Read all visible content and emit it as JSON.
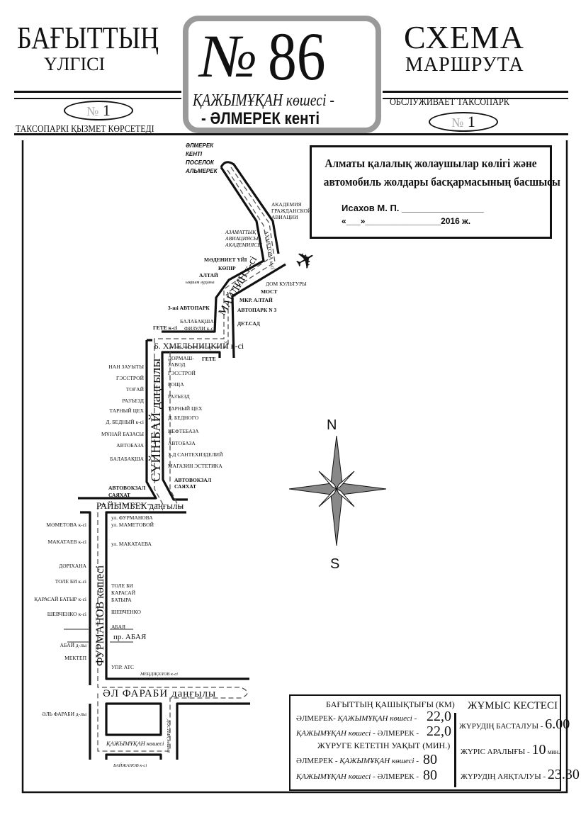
{
  "header": {
    "left_title": "БАҒЫТТЫҢ",
    "left_subtitle": "ҮЛГІСІ",
    "right_title": "СХЕМА",
    "right_subtitle": "МАРШРУТА",
    "route_symbol": "№",
    "route_number": "86",
    "route_from": "ҚАЖЫМҰҚАН көшесі -",
    "route_to": "- ӘЛМЕРЕК кенті",
    "left_taxopark_no_symbol": "№",
    "left_taxopark_no": "1",
    "left_taxopark_caption": "ТАКСОПАРКІ  ҚЫЗМЕТ КӨРСЕТЕДІ",
    "right_taxopark_caption": "ОБСЛУЖИВАЕТ  ТАКСОПАРК",
    "right_taxopark_no_symbol": "№",
    "right_taxopark_no": "1"
  },
  "approval": {
    "line1": "Алматы қалалық жолаушылар көлігі және",
    "line2": "автомобиль жолдары басқармасының басшысы",
    "signer": "Исахов М. П. ________________",
    "date": "«___»________________2016 ж."
  },
  "map": {
    "top": [
      "ӘЛМЕРЕК",
      "КЕНТІ",
      "ПОСЕЛОК",
      "АЛЬМЕРЕК"
    ],
    "academy_ru": [
      "АКАДЕМИЯ",
      "ГРАЖДАНСКОЙ",
      "АВИАЦИИ"
    ],
    "academy_kz": [
      "АЗАМАТТЫҚ",
      "АВИАЦИЯСЫ",
      "АКАДЕМИЯСЫ"
    ],
    "akhmetova": "АХМЕТОВА к-сі",
    "north": [
      "МӘДЕНИЕТ ҮЙІ",
      "КӨПІР",
      "АЛТАЙ",
      "ықшам ауданы",
      "ДОМ КУЛЬТУРЫ",
      "МОСТ",
      "МКР. АЛТАЙ",
      "3-ші АВТОПАРК",
      "АВТОПАРК N 3",
      "БАЛАБАҚША",
      "ДЕТ.САД",
      "ГЕТЕ к-сі",
      "ФИЗУЛИ к-сі",
      "ГЕТЕ"
    ],
    "mailin": "МАЙЛИН к-сі",
    "khmelnitsky": "Б. ХМЕЛЬНИЦКИЙ к-сі",
    "suyinbay": "СҮЙІНБАЙ даңғылы",
    "suyinbay_left": [
      "НАН ЗАУЫТЫ",
      "ГЭССТРОЙ",
      "ТОҒАЙ",
      "РАЗЪЕЗД",
      "ТАРНЫЙ ЦЕХ",
      "Д. БЕДНЫЙ к-сі",
      "МҰНАЙ БАЗАСЫ",
      "АВТОБАЗА",
      "БАЛАБАҚША"
    ],
    "suyinbay_right": [
      "ДОРМАШ-",
      "ЗАВОД",
      "ГЭССТРОЙ",
      "РОЩА",
      "РАЗЪЕЗД",
      "ТАРНЫЙ ЦЕХ",
      "Д. БЕДНОГО",
      "НЕФТЕБАЗА",
      "АВТОБАЗА",
      "З-Д САНТЕХИЗДЕЛИЙ",
      "МАГАЗИН ЭСТЕТИКА"
    ],
    "avtovokzal": [
      "АВТОВОКЗАЛ",
      "САЯХАТ"
    ],
    "raiymbek": "РАЙЫМБЕК даңғылы",
    "furmanov": "ФУРМАНОВ көшесі",
    "furmanov_left": [
      "МӘМЕТОВА к-сі",
      "МАКАТАЕВ к-сі",
      "ДӘРІХАНА",
      "ТОЛЕ БИ к-сі",
      "ҚАРАСАЙ БАТЫР к-сі",
      "ШЕВЧЕНКО к-сі",
      "АБАЙ д-лы",
      "МЕКТЕП",
      "ӘЛЬ ФАРАБИ д-лы"
    ],
    "furmanov_right": [
      "ул. ФУРМАНОВА",
      "ул. МАМЕТОВОЙ",
      "ул. МАКАТАЕВА",
      "ТОЛЕ БИ",
      "КАРАСАЙ",
      "БАТЫРА",
      "ШЕВЧЕНКО",
      "АБАЯ",
      "пр. АБАЯ",
      "УПР. АТС",
      "МЕҢДІҚҰЛОВ к-сі"
    ],
    "al_farabi": "ӘЛ ФАРАБИ даңғылы",
    "kazhymukan": "ҚАЖЫМҰҚАН көшесі",
    "dostyk": "ДОСТЫҚ көшесі",
    "baizhanov": "БАЙЖАНОВ к-сі",
    "compass_n": "N",
    "compass_s": "S"
  },
  "info": {
    "distance_title": "БАҒЫТТЫҢ ҚАШЫҚТЫҒЫ (КМ)",
    "distance_rows": [
      {
        "a": "ӘЛМЕРЕК- ",
        "b": "ҚАЖЫМҰҚАН көшесі",
        "c": " -",
        "value": "22,0"
      },
      {
        "a": "ҚАЖЫМҰҚАН көшесі",
        "b": " - ӘЛМЕРЕК -",
        "value": "22,0"
      }
    ],
    "time_title": "ЖҮРУГЕ КЕТЕТІН УАҚЫТ (МИН.)",
    "time_rows": [
      {
        "a": "ӘЛМЕРЕК - ",
        "b": "ҚАЖЫМҰҚАН көшесі",
        "c": " -",
        "value": "80"
      },
      {
        "a": "ҚАЖЫМҰҚАН көшесі",
        "b": " - ӘЛМЕРЕК -",
        "value": "80"
      }
    ],
    "schedule_title": "ЖҰМЫС КЕСТЕСІ",
    "start_label": "ЖҮРУДІҢ БАСТАЛУЫ - ",
    "start_value": "6.00",
    "interval_label": "ЖҮРІС АРАЛЫҒЫ - ",
    "interval_value": "10",
    "interval_unit": " мин.",
    "end_label": "ЖҮРУДІҢ АЯҚТАЛУЫ - ",
    "end_value": "23.30"
  }
}
